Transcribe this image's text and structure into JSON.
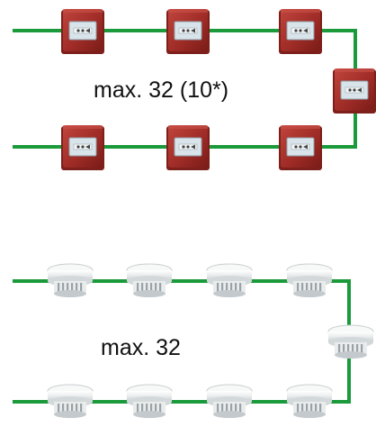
{
  "colors": {
    "wire": "#1a9a3a",
    "callpoint_body": "#a8312c",
    "callpoint_edge": "#7d1f1b",
    "callpoint_window": "#d9e4ea",
    "detector_body": "#eef0f0",
    "detector_shade": "#b9bfc2"
  },
  "loops": [
    {
      "device": "manual-call-point",
      "label": "max. 32 (10*)"
    },
    {
      "device": "smoke-detector",
      "label": "max. 32"
    }
  ]
}
